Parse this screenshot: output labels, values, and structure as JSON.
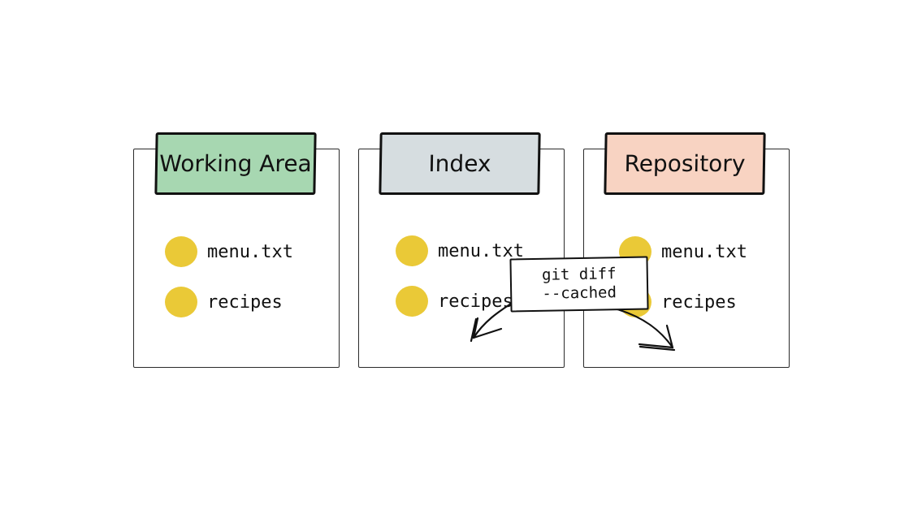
{
  "colors": {
    "working": "#a7d7b1",
    "index": "#d6dde0",
    "repository": "#f8d3c2",
    "dot": "#eac937",
    "ink": "#111111"
  },
  "areas": [
    {
      "title": "Working Area",
      "files": [
        "menu.txt",
        "recipes"
      ]
    },
    {
      "title": "Index",
      "files": [
        "menu.txt",
        "recipes"
      ]
    },
    {
      "title": "Repository",
      "files": [
        "menu.txt",
        "recipes"
      ]
    }
  ],
  "command": {
    "line1": "git diff",
    "line2": "--cached"
  }
}
